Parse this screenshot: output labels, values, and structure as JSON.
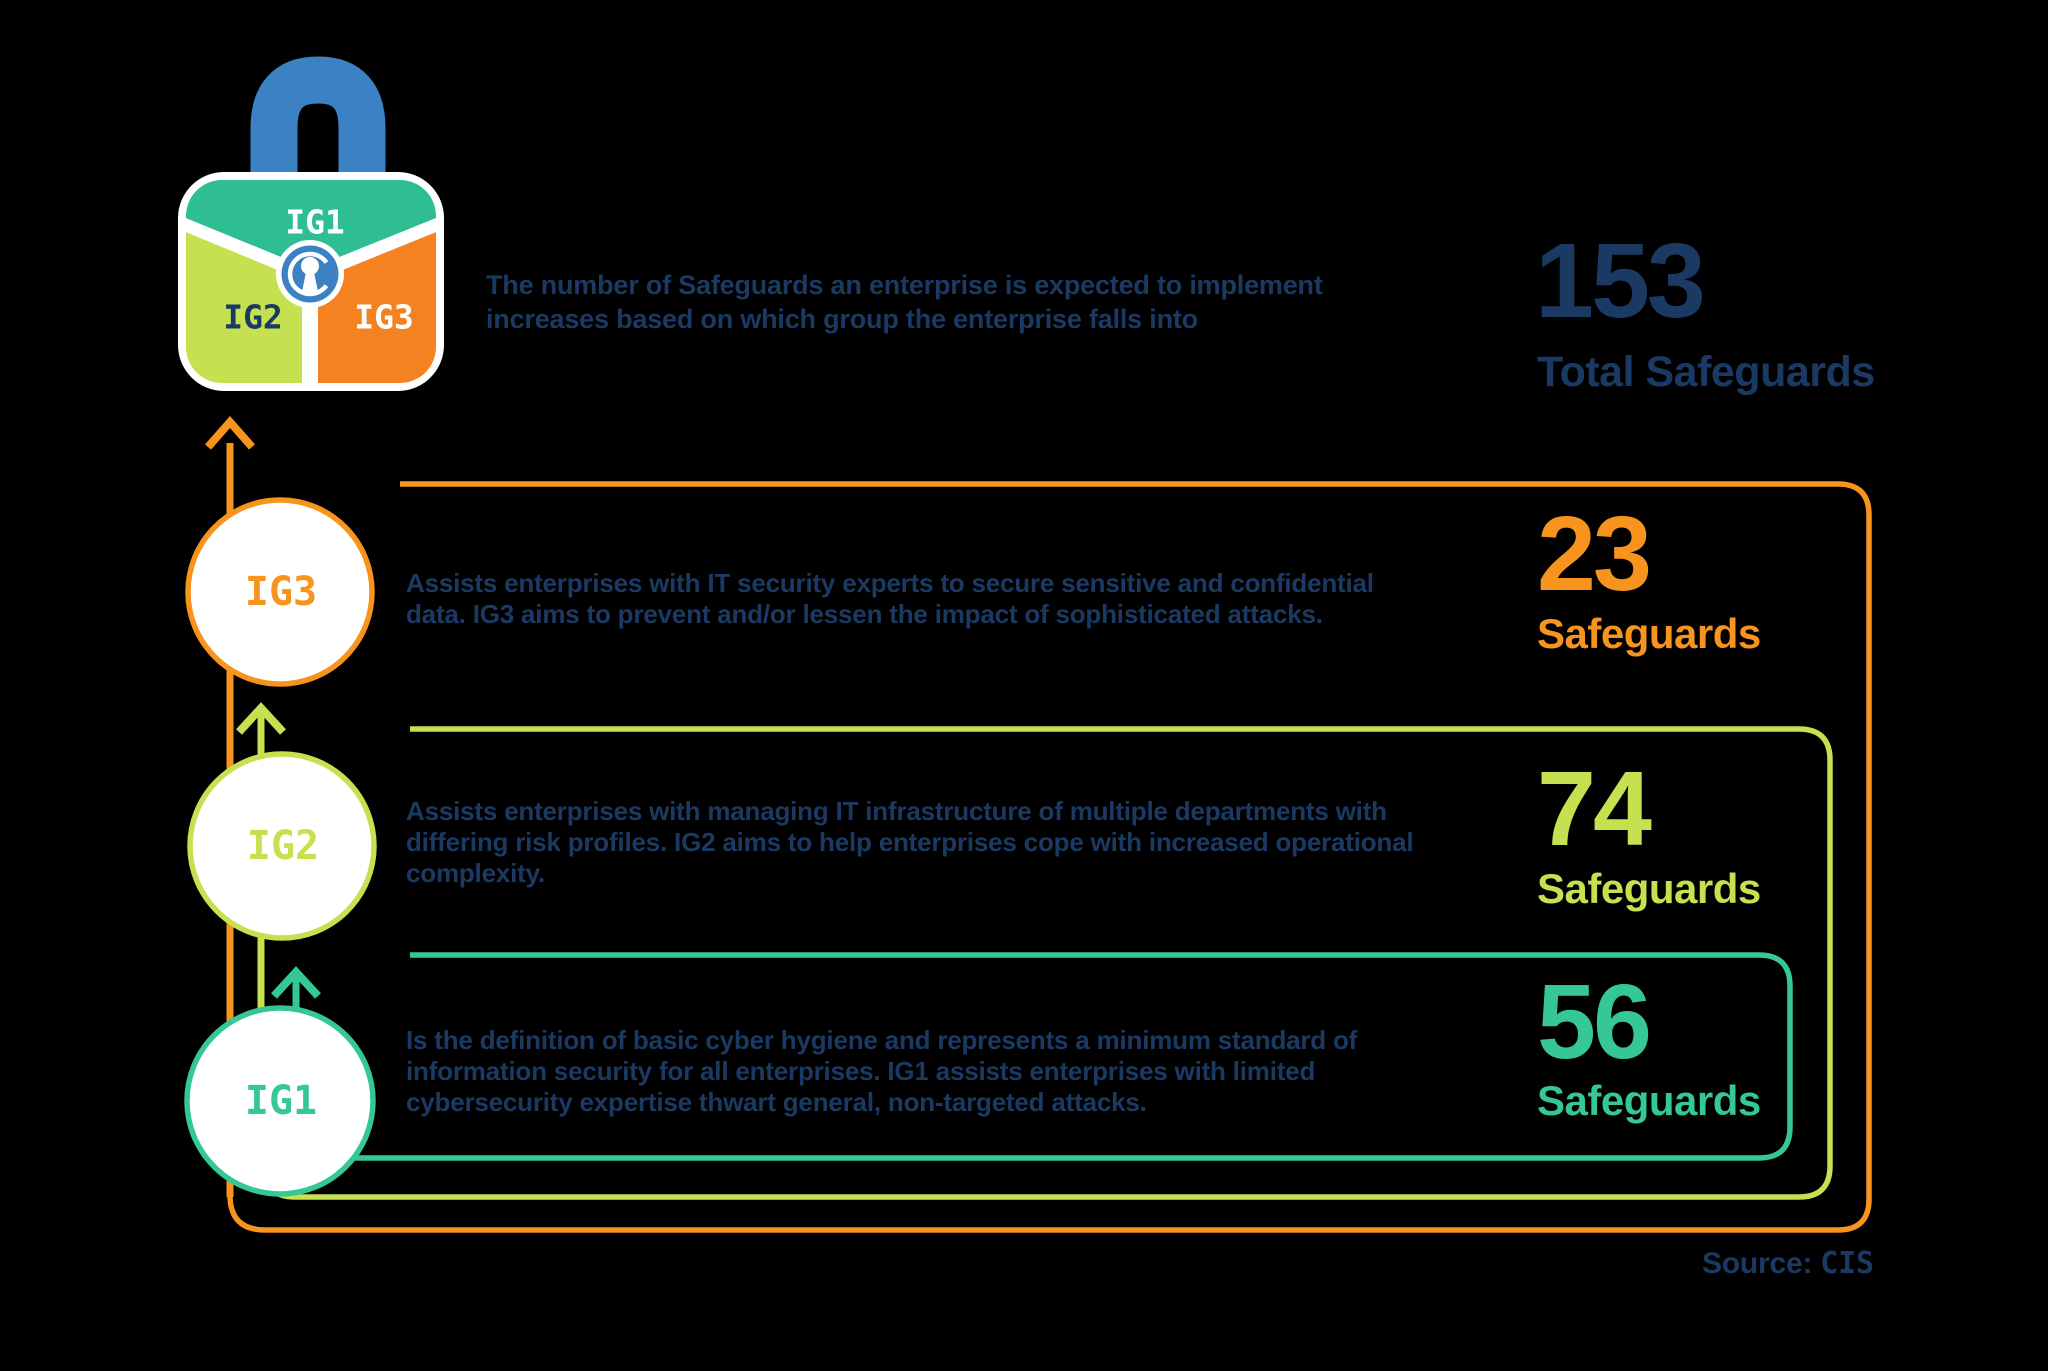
{
  "background": "#000000",
  "colors": {
    "background": "#000000",
    "navy": "#1B3A63",
    "orange": "#F7941E",
    "lime": "#C5E150",
    "teal": "#35C794",
    "lock_teal": "#2FBE93",
    "lock_orange": "#F58220",
    "blue": "#3B81C3",
    "white": "#FFFFFF"
  },
  "lock": {
    "segment_labels": [
      "IG1",
      "IG2",
      "IG3"
    ]
  },
  "header": {
    "title": "The number of Safeguards an enterprise is expected to implement\nincreases based on which group the enterprise falls into",
    "total_value": "153",
    "total_label": "Total Safeguards"
  },
  "rows": [
    {
      "group": "IG3",
      "count": "23",
      "count_label": "Safeguards",
      "description": "Assists enterprises with IT security experts to secure sensitive and confidential\ndata. IG3 aims to prevent and/or lessen the impact of sophisticated attacks."
    },
    {
      "group": "IG2",
      "count": "74",
      "count_label": "Safeguards",
      "description": "Assists enterprises with managing IT infrastructure of multiple departments with\ndiffering risk profiles. IG2 aims to help enterprises cope with increased operational\ncomplexity."
    },
    {
      "group": "IG1",
      "count": "56",
      "count_label": "Safeguards",
      "description": "Is the definition of basic cyber hygiene and represents a minimum standard of\ninformation security for all enterprises. IG1 assists enterprises with limited\ncybersecurity expertise thwart general, non-targeted attacks."
    }
  ],
  "footer": {
    "source_label": "Source:",
    "source_value": "CIS"
  }
}
